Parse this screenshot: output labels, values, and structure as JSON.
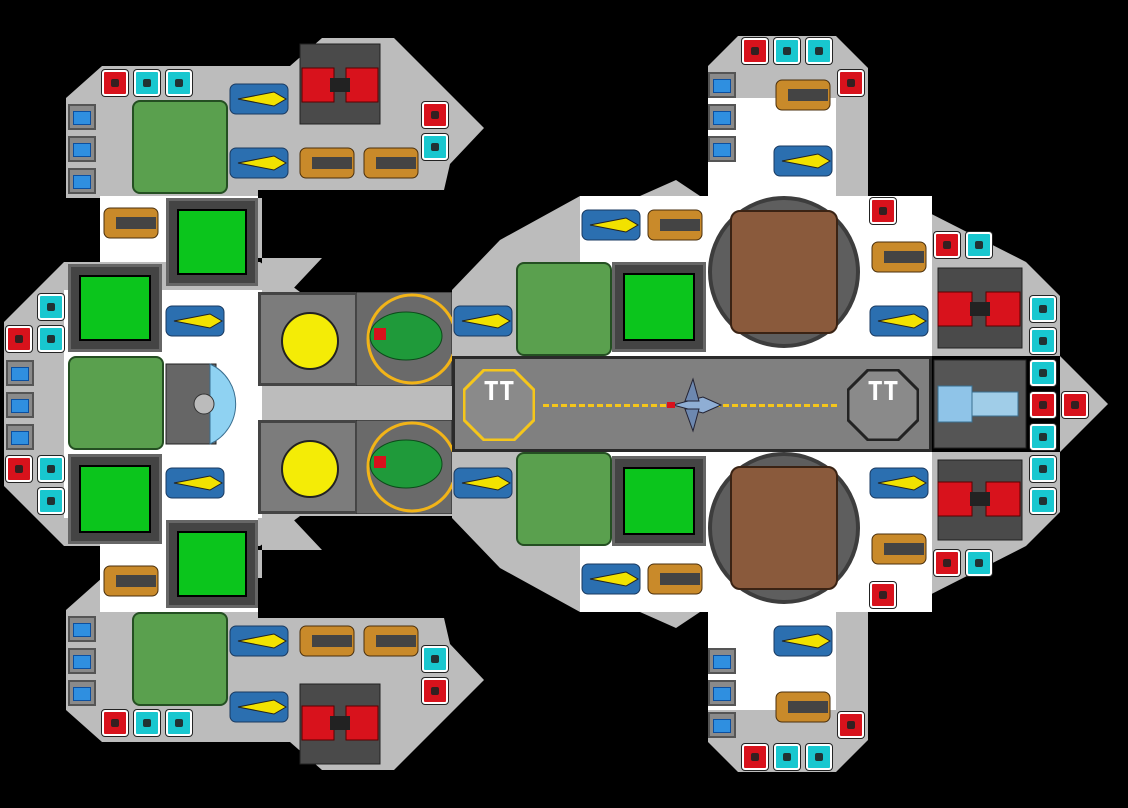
{
  "scene": {
    "name": "ship-layout",
    "runway": {
      "left_pad_label": "TT",
      "right_pad_label": "TT"
    }
  },
  "palette": {
    "hull_light": "#bcbcbc",
    "hull_white": "#ffffff",
    "room_green": "#0bc51c",
    "dock_yellow": "#f4ec06",
    "red_light": "#d8121c",
    "cyan_light": "#18c7cf",
    "runway_gray": "#808080",
    "stripe_yellow": "#f5c61b"
  },
  "icons": [
    "red-light-icon",
    "cyan-light-icon",
    "battery-cell-icon",
    "green-tank-icon",
    "yellow-missile-icon",
    "orange-cannon-icon",
    "red-turret-icon",
    "green-room-icon",
    "docking-pad-icon",
    "green-mech-icon",
    "round-hangar-icon",
    "fighter-ship-icon",
    "engine-icon"
  ]
}
